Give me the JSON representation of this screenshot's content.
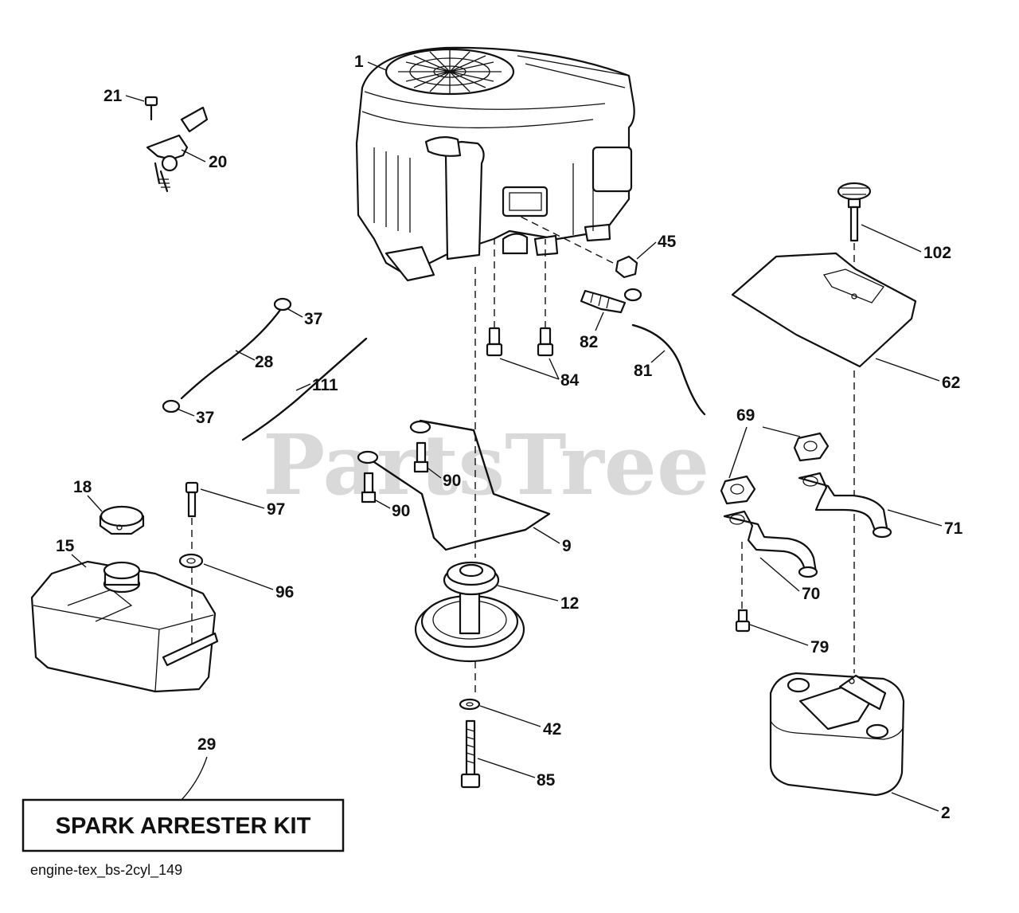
{
  "watermark": "PartsTree",
  "diagram_id": "engine-tex_bs-2cyl_149",
  "kit_label": "SPARK ARRESTER KIT",
  "callouts": {
    "engine": "1",
    "muffler": "2",
    "belt_guide": "9",
    "pulley": "12",
    "fuel_tank": "15",
    "fuel_cap": "18",
    "choke_control": "20",
    "screw_21": "21",
    "fuel_line": "28",
    "spark_arrester_kit": "29",
    "clamp_top": "37",
    "clamp_bottom": "37",
    "washer_42": "42",
    "oil_drain_plug": "45",
    "heat_shield": "62",
    "gasket": "69",
    "exhaust_pipe_left": "70",
    "exhaust_pipe_right": "71",
    "screw_79": "79",
    "drain_hose": "81",
    "drain_valve": "82",
    "bolts_84": "84",
    "bolt_85": "85",
    "washer_96": "96",
    "screw_97": "97",
    "bolt_90_a": "90",
    "bolt_90_b": "90",
    "knob_102": "102",
    "hose_111": "111"
  }
}
